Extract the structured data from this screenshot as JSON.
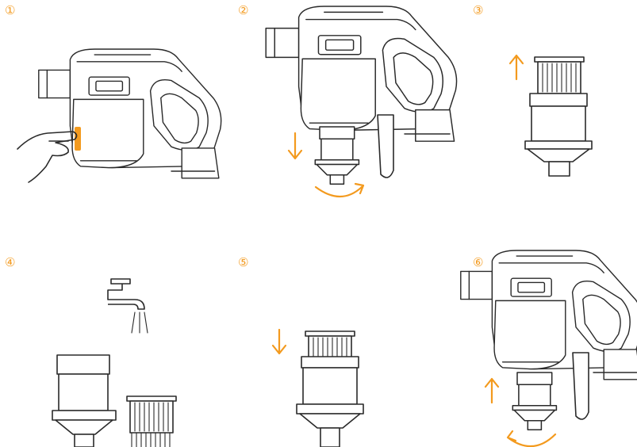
{
  "steps": [
    {
      "number": "①",
      "action": "press-release"
    },
    {
      "number": "②",
      "action": "rotate-remove-cup",
      "arrow": "down"
    },
    {
      "number": "③",
      "action": "pull-out-filter",
      "arrow": "up"
    },
    {
      "number": "④",
      "action": "rinse-under-tap"
    },
    {
      "number": "⑤",
      "action": "insert-filter",
      "arrow": "down"
    },
    {
      "number": "⑥",
      "action": "reattach-rotate",
      "arrow": "up"
    }
  ],
  "colors": {
    "accent": "#F39A1E",
    "line": "#2a2a2a",
    "background": "#ffffff"
  }
}
